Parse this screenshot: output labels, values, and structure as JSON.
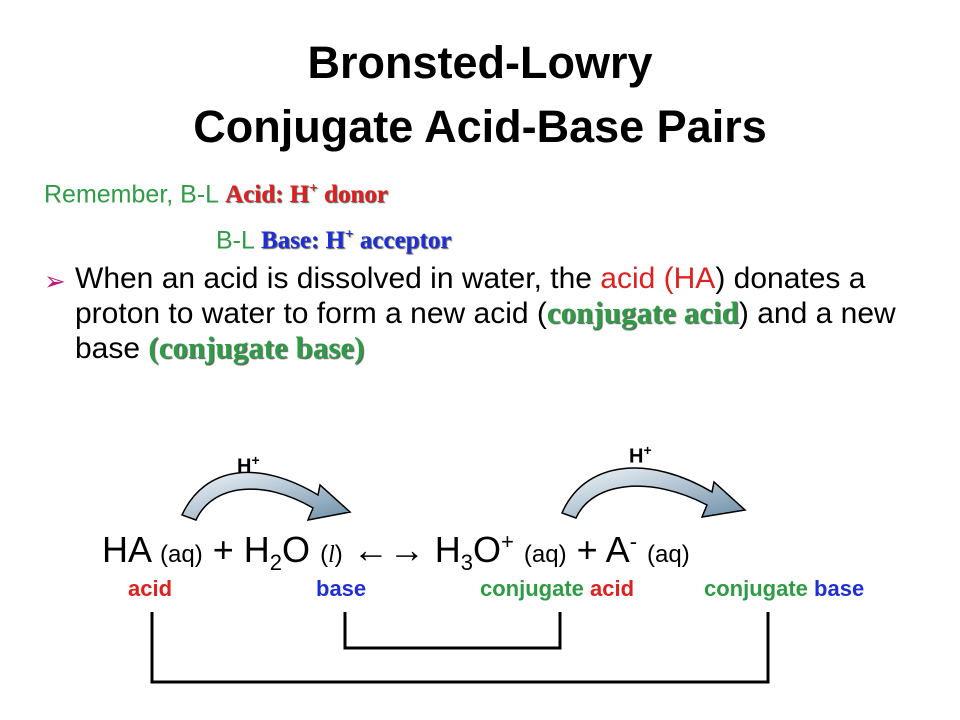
{
  "title": {
    "line1": "Bronsted-Lowry",
    "line2": "Conjugate Acid-Base Pairs"
  },
  "reminder": {
    "prefix": "Remember, B-L",
    "acid_def": "Acid: H",
    "acid_sup": "+",
    "acid_tail": " donor",
    "base_prefix": "B-L",
    "base_def": "Base: H",
    "base_sup": "+",
    "base_tail": " acceptor"
  },
  "bullet": {
    "p1": "When an acid is dissolved in water, the ",
    "p2": "acid (HA",
    "p3": ") donates a proton to water to form a new acid (",
    "p4": "conjugate acid",
    "p5": ") and a new base ",
    "p6": "(conjugate base)"
  },
  "equation": {
    "ha": "HA",
    "aq1": "(aq)",
    "plus1": "+",
    "h2o_h": "H",
    "h2o_sub": "2",
    "h2o_o": "O",
    "liq_open": "(",
    "liq": "l",
    "liq_close": ")",
    "arrow": "←→",
    "h3o_h": "H",
    "h3o_sub": "3",
    "h3o_o": "O",
    "h3o_sup": "+",
    "aq2": "(aq)",
    "plus2": "+",
    "a": "A",
    "a_sup": "-",
    "aq3": "(aq)"
  },
  "proton_labels": {
    "left": "H+",
    "right": "H+"
  },
  "labels": {
    "acid": "acid",
    "base": "base",
    "conj_acid_1": "conjugate",
    "conj_acid_2": "acid",
    "conj_base_1": "conjugate",
    "conj_base_2": "base"
  },
  "colors": {
    "green": "#2e9b45",
    "red": "#e0201f",
    "blue": "#1f2fd8",
    "bullet": "#c2187d",
    "arrow_fill_light": "#dfe9f1",
    "arrow_fill_dark": "#6e8fa8"
  }
}
